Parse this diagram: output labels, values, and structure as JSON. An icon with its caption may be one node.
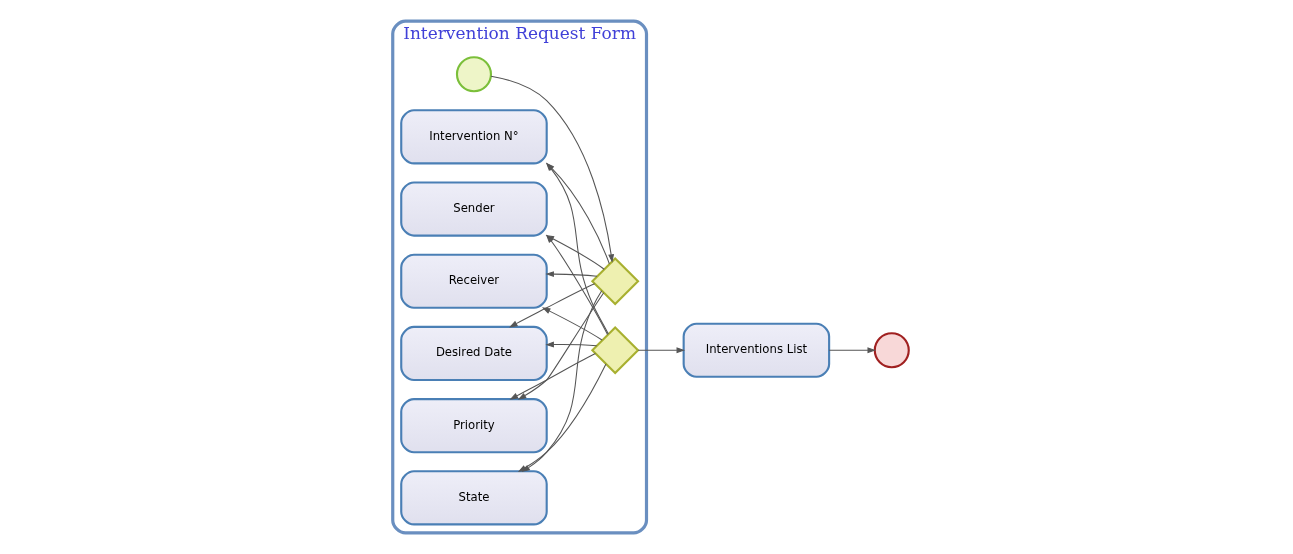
{
  "diagram": {
    "nodes": [
      {
        "text": [
          "Intervention Request Form"
        ]
      },
      {
        "text": [],
        "shape": "circle",
        "in": 0
      },
      {
        "text": [],
        "shape": "diamond",
        "in": 0
      },
      {
        "text": [
          "Intervention N°"
        ],
        "in": 0
      },
      {
        "text": [
          "Sender"
        ],
        "in": 0
      },
      {
        "text": [
          "Receiver"
        ],
        "in": 0
      },
      {
        "text": [
          "Desired Date"
        ],
        "in": 0
      },
      {
        "text": [
          "Priority"
        ],
        "in": 0
      },
      {
        "text": [
          "State"
        ],
        "in": 0
      },
      {
        "text": [],
        "shape": "diamond",
        "in": 0
      },
      {
        "text": [
          "Interventions List"
        ]
      },
      {
        "text": [],
        "shape": "circle"
      }
    ],
    "edges": [
      {
        "from": 1,
        "to": 2,
        "arrow": "to"
      },
      {
        "from": 2,
        "to": 3,
        "arrow": "to"
      },
      {
        "from": 2,
        "to": 4,
        "arrow": "to"
      },
      {
        "from": 2,
        "to": 5,
        "arrow": "to"
      },
      {
        "from": 2,
        "to": 6,
        "arrow": "to"
      },
      {
        "from": 2,
        "to": 7,
        "arrow": "to"
      },
      {
        "from": 2,
        "to": 8,
        "arrow": "to"
      },
      {
        "from": 9,
        "to": 3,
        "arrow": "to"
      },
      {
        "from": 9,
        "to": 4,
        "arrow": "to"
      },
      {
        "from": 9,
        "to": 5,
        "arrow": "to"
      },
      {
        "from": 9,
        "to": 6,
        "arrow": "to"
      },
      {
        "from": 9,
        "to": 7,
        "arrow": "to"
      },
      {
        "from": 9,
        "to": 8,
        "arrow": "to"
      },
      {
        "from": 9,
        "to": 10,
        "arrow": "to"
      },
      {
        "from": 10,
        "to": 11,
        "arrow": "to"
      }
    ]
  }
}
